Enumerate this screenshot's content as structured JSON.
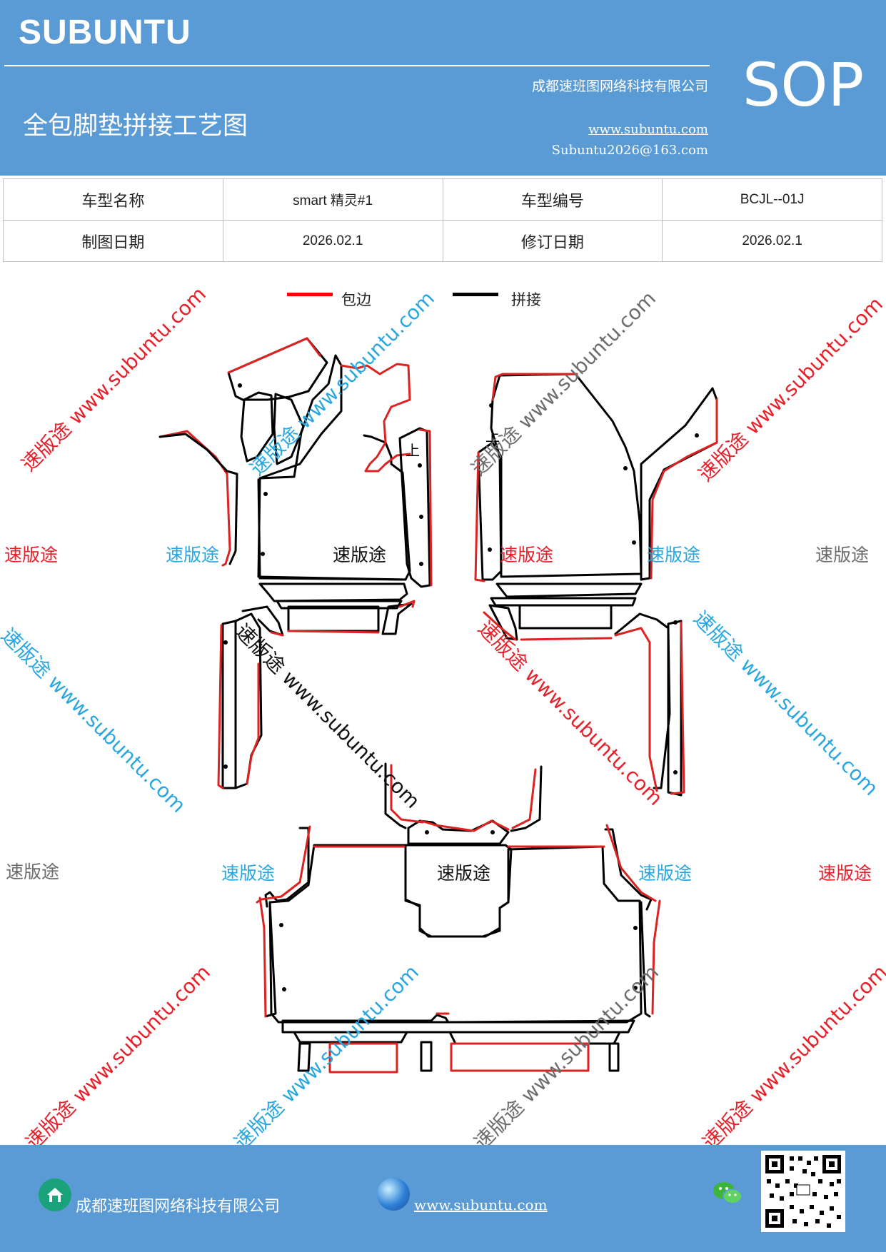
{
  "header": {
    "brand": "SUBUNTU",
    "company": "成都速班图网络科技有限公司",
    "title": "全包脚垫拼接工艺图",
    "website": "www.subuntu.com",
    "email": "Subuntu2026@163.com",
    "badge": "SOP"
  },
  "info_table": {
    "model_name_label": "车型名称",
    "model_name_value": "smart 精灵#1",
    "model_code_label": "车型编号",
    "model_code_value": "BCJL--01J",
    "draw_date_label": "制图日期",
    "draw_date_value": "2026.02.1",
    "revise_date_label": "修订日期",
    "revise_date_value": "2026.02.1"
  },
  "legend": {
    "edge_label": "包边",
    "edge_color": "#ff0000",
    "seam_label": "拼接",
    "seam_color": "#000000"
  },
  "diagram": {
    "up_mark_1": "上",
    "up_mark_2": "上"
  },
  "watermarks": {
    "brand_text": "速版途",
    "brand_url": "速版途 www.subuntu.com",
    "colors": {
      "red": "#e8202a",
      "blue": "#2aa7e0",
      "gray": "#6d6d6d"
    }
  },
  "footer": {
    "company": "成都速班图网络科技有限公司",
    "website": "www.subuntu.com",
    "icons": [
      "home-icon",
      "globe-icon",
      "wechat-icon",
      "qr-code"
    ]
  }
}
